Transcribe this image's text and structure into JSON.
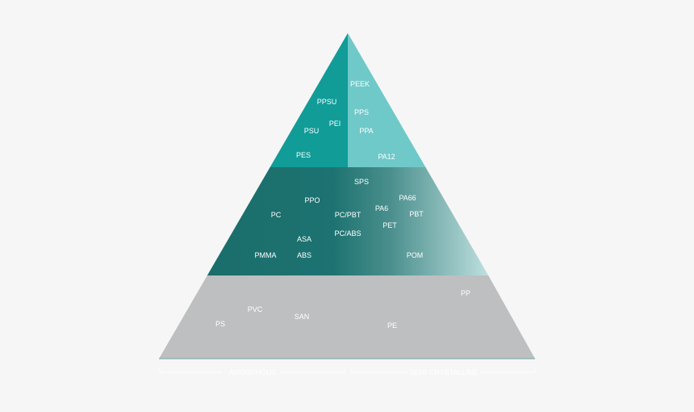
{
  "colors": {
    "top_left": "#119c98",
    "top_right": "#6fc9c8",
    "middle_dark": "#1a6d6b",
    "middle_light": "#b8dcdc",
    "bottom": "#bebfc0",
    "background": "#f6f6f6"
  },
  "top_tier": {
    "amorphous": [
      "PPSU",
      "PEI",
      "PSU",
      "PES"
    ],
    "semi_crystalline": [
      "PEEK",
      "PPS",
      "PPA",
      "PA12"
    ]
  },
  "middle_tier": {
    "labels": [
      "SPS",
      "PPO",
      "PA66",
      "PA6",
      "PC",
      "PC/PBT",
      "PBT",
      "PET",
      "ASA",
      "PC/ABS",
      "PMMA",
      "ABS",
      "POM"
    ]
  },
  "bottom_tier": {
    "labels": [
      "PP",
      "PVC",
      "SAN",
      "PS",
      "PE"
    ]
  },
  "axis": {
    "left_label": "AMORPHOUS",
    "right_label": "SEMI CRYSTALLINE"
  }
}
